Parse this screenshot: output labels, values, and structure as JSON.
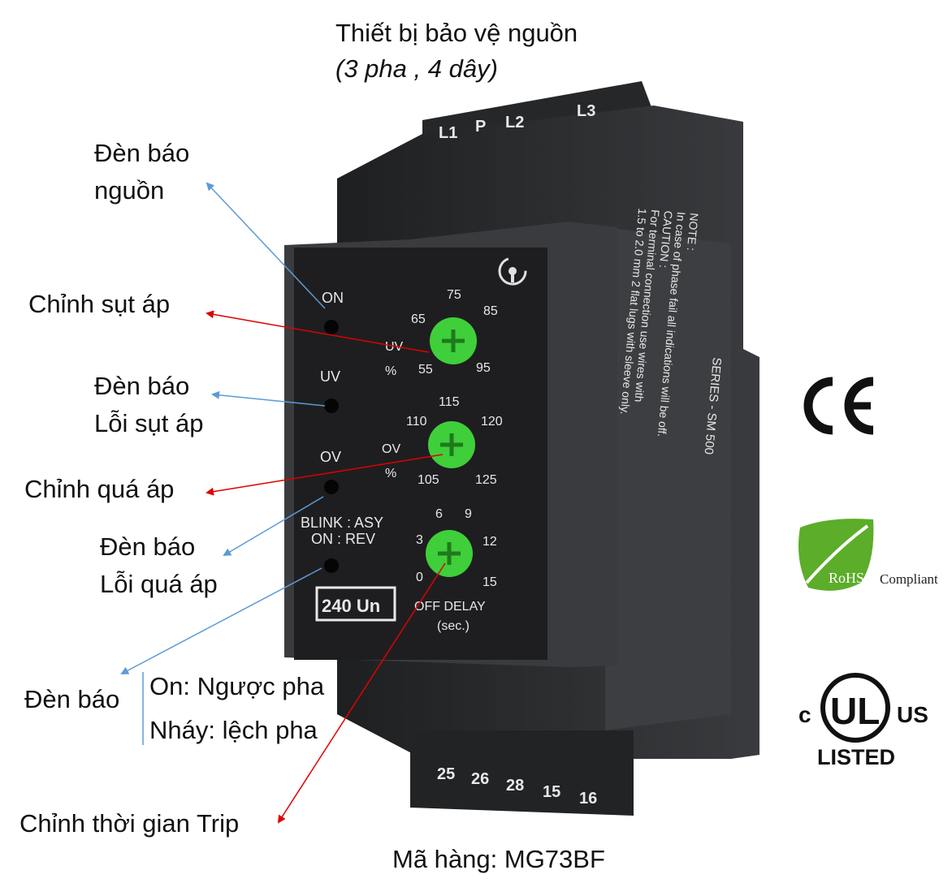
{
  "title": {
    "line1": "Thiết bị bảo vệ nguồn",
    "line2": "(3 pha , 4 dây)"
  },
  "labels": {
    "power_led": [
      "Đèn báo",
      "nguồn"
    ],
    "uv_adjust": "Chỉnh sụt áp",
    "uv_led": [
      "Đèn báo",
      "Lỗi sụt áp"
    ],
    "ov_adjust": "Chỉnh quá áp",
    "ov_led": [
      "Đèn báo",
      "Lỗi quá áp"
    ],
    "phase_led": "Đèn báo",
    "phase_on": "On: Ngược pha",
    "phase_blink": "Nháy: lệch pha",
    "trip_adjust": "Chỉnh thời gian Trip",
    "model": "Mã hàng: MG73BF"
  },
  "device": {
    "top_terminals": [
      "L1",
      "P",
      "L2",
      "L3"
    ],
    "bottom_terminals": [
      "25",
      "26",
      "28",
      "15",
      "16"
    ],
    "led_labels": {
      "on": "ON",
      "uv": "UV",
      "ov": "OV",
      "blink": "BLINK : ASY",
      "rev": "ON : REV"
    },
    "rating": "240 Un",
    "uv_dial": {
      "name": [
        "UV",
        "%"
      ],
      "ticks": [
        "65",
        "75",
        "85",
        "55",
        "95"
      ]
    },
    "ov_dial": {
      "name": [
        "OV",
        "%"
      ],
      "ticks": [
        "110",
        "115",
        "120",
        "105",
        "125"
      ]
    },
    "delay_dial": {
      "name": [
        "OFF DELAY",
        "(sec.)"
      ],
      "ticks": [
        "6",
        "9",
        "3",
        "12",
        "0",
        "15"
      ]
    },
    "side_text": [
      "NOTE :",
      "In case of phase fail all indications will be off.",
      "CAUTION :",
      "For terminal connection use wires with",
      "1.5 to 2.0 mm 2 flat lugs with sleeve only."
    ],
    "series": "SERIES - SM 500"
  },
  "certifications": {
    "rohs": "RoHS",
    "rohs_suffix": "Compliant",
    "ul_c": "c",
    "ul": "UL",
    "ul_us": "US",
    "ul_listed": "LISTED"
  },
  "colors": {
    "arrow_blue": "#5b9bd5",
    "arrow_red": "#e00000",
    "dial_green": "#3fcf3a",
    "device_body": "#2a2b2d",
    "rohs_green": "#5cad2a"
  }
}
